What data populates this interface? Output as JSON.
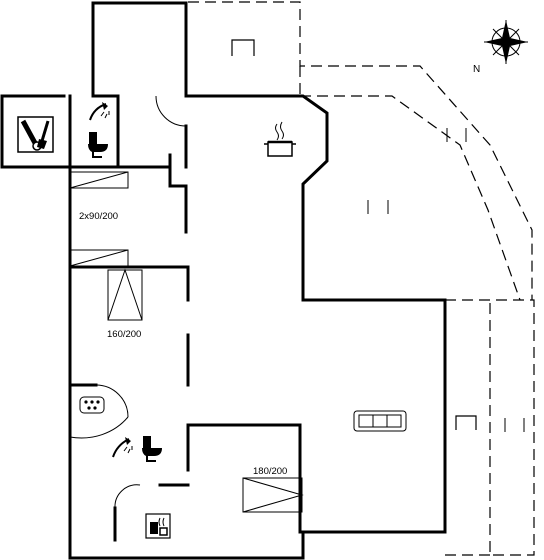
{
  "bed_labels": {
    "twin": "2x90/200",
    "double_a": "160/200",
    "double_b": "180/200"
  },
  "compass": {
    "north_label": "N"
  },
  "icons": [
    "compass-rose-icon",
    "utility-tools-icon",
    "shower-icon",
    "toilet-icon",
    "cooking-pot-icon",
    "sofa-icon",
    "whirlpool-bath-icon",
    "sauna-icon",
    "fireplace-icon"
  ]
}
